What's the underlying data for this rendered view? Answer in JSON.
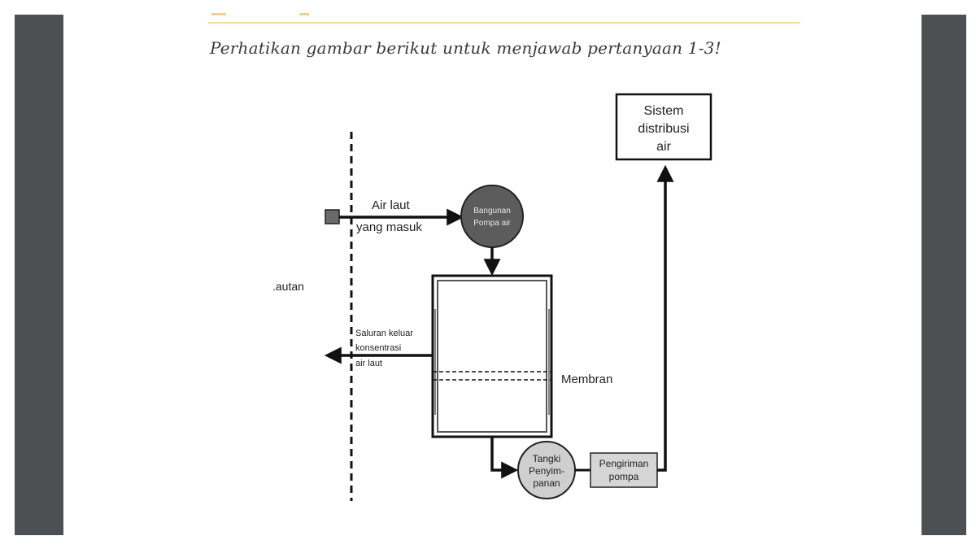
{
  "instruction": "Perhatikan gambar berikut untuk menjawab pertanyaan 1-3!",
  "diagram": {
    "label_sea": ".autan",
    "label_seawater_in_1": "Air laut",
    "label_seawater_in_2": "yang masuk",
    "pump_house_1": "Bangunan",
    "pump_house_2": "Pompa air",
    "outlet_1": "Saluran keluar",
    "outlet_2": "konsentrasi",
    "outlet_3": "air laut",
    "membrane": "Membran",
    "tank_1": "Tangki",
    "tank_2": "Penyim-",
    "tank_3": "panan",
    "delivery_1": "Pengiriman",
    "delivery_2": "pompa",
    "distribution_1": "Sistem",
    "distribution_2": "distribusi",
    "distribution_3": "air"
  },
  "colors": {
    "frame": "#4d5053",
    "pump_fill": "#5c5c5c",
    "tank_fill": "#cfcfcf",
    "delivery_fill": "#d6d6d6",
    "rule": "#f4d8a8"
  }
}
